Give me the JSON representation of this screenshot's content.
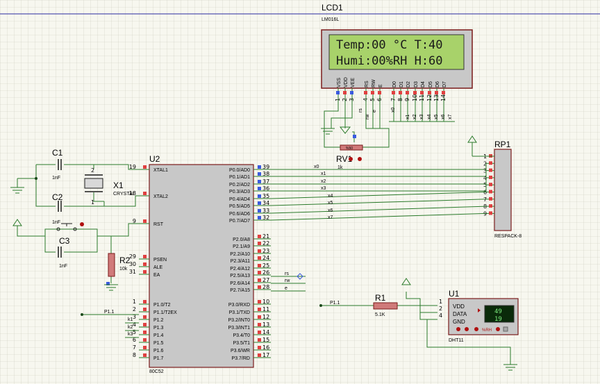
{
  "lcd": {
    "ref": "LCD1",
    "model": "LM016L",
    "line1": "Temp:00 °C  T:40",
    "line2": "Humi:00%RH  H:60",
    "pin_names": [
      "VSS",
      "VDD",
      "VEE",
      "RS",
      "RW",
      "E",
      "D0",
      "D1",
      "D2",
      "D3",
      "D4",
      "D5",
      "D6",
      "D7"
    ],
    "pin_numbers": [
      "1",
      "2",
      "3",
      "4",
      "5",
      "6",
      "7",
      "8",
      "9",
      "10",
      "11",
      "12",
      "13",
      "14"
    ],
    "net_labels": [
      "rs",
      "rw",
      "e",
      "x0",
      "x1",
      "x2",
      "x3",
      "x4",
      "x5",
      "x6",
      "x7"
    ]
  },
  "rv1": {
    "ref": "RV1",
    "value": "1k",
    "percent": "%50"
  },
  "rp1": {
    "ref": "RP1",
    "model": "RESPACK-8",
    "pins": [
      "1",
      "2",
      "3",
      "4",
      "5",
      "6",
      "7",
      "8",
      "9"
    ]
  },
  "mcu": {
    "ref": "U2",
    "model": "80C52",
    "left_pins": [
      {
        "num": "19",
        "name": "XTAL1"
      },
      {
        "num": "18",
        "name": "XTAL2"
      },
      {
        "num": "9",
        "name": "RST"
      },
      {
        "num": "29",
        "name": "PSEN"
      },
      {
        "num": "30",
        "name": "ALE"
      },
      {
        "num": "31",
        "name": "EA"
      },
      {
        "num": "1",
        "name": "P1.0/T2"
      },
      {
        "num": "2",
        "name": "P1.1/T2EX"
      },
      {
        "num": "3",
        "name": "P1.2"
      },
      {
        "num": "4",
        "name": "P1.3"
      },
      {
        "num": "5",
        "name": "P1.4"
      },
      {
        "num": "6",
        "name": "P1.5"
      },
      {
        "num": "7",
        "name": "P1.6"
      },
      {
        "num": "8",
        "name": "P1.7"
      }
    ],
    "right_pins": [
      {
        "num": "39",
        "name": "P0.0/AD0"
      },
      {
        "num": "38",
        "name": "P0.1/AD1"
      },
      {
        "num": "37",
        "name": "P0.2/AD2"
      },
      {
        "num": "36",
        "name": "P0.3/AD3"
      },
      {
        "num": "35",
        "name": "P0.4/AD4"
      },
      {
        "num": "34",
        "name": "P0.5/AD5"
      },
      {
        "num": "33",
        "name": "P0.6/AD6"
      },
      {
        "num": "32",
        "name": "P0.7/AD7"
      },
      {
        "num": "21",
        "name": "P2.0/A8"
      },
      {
        "num": "22",
        "name": "P2.1/A9"
      },
      {
        "num": "23",
        "name": "P2.2/A10"
      },
      {
        "num": "24",
        "name": "P2.3/A11"
      },
      {
        "num": "25",
        "name": "P2.4/A12"
      },
      {
        "num": "26",
        "name": "P2.5/A13"
      },
      {
        "num": "27",
        "name": "P2.6/A14"
      },
      {
        "num": "28",
        "name": "P2.7/A15"
      },
      {
        "num": "10",
        "name": "P3.0/RXD"
      },
      {
        "num": "11",
        "name": "P3.1/TXD"
      },
      {
        "num": "12",
        "name": "P3.2/INT0"
      },
      {
        "num": "13",
        "name": "P3.3/INT1"
      },
      {
        "num": "14",
        "name": "P3.4/T0"
      },
      {
        "num": "15",
        "name": "P3.5/T1"
      },
      {
        "num": "16",
        "name": "P3.6/WR"
      },
      {
        "num": "17",
        "name": "P3.7/RD"
      }
    ],
    "bus_labels": [
      "x0",
      "x1",
      "x2",
      "x3",
      "x4",
      "x5",
      "x6",
      "x7"
    ],
    "p2_labels": [
      "rs",
      "rw",
      "e"
    ],
    "p1_labels": [
      "P1.1",
      "k1",
      "k2",
      "k3"
    ]
  },
  "c1": {
    "ref": "C1",
    "value": "1nF"
  },
  "c2": {
    "ref": "C2",
    "value": "1nF"
  },
  "c3": {
    "ref": "C3",
    "value": "1nF"
  },
  "x1": {
    "ref": "X1",
    "model": "CRYSTAL",
    "pins": [
      "1",
      "2"
    ]
  },
  "r2": {
    "ref": "R2",
    "value": "10k"
  },
  "r1": {
    "ref": "R1",
    "value": "5.1K",
    "net": "P1.1"
  },
  "u1": {
    "ref": "U1",
    "model": "DHT11",
    "pins": [
      {
        "num": "1",
        "name": "VDD"
      },
      {
        "num": "2",
        "name": "DATA"
      },
      {
        "num": "4",
        "name": "GND"
      }
    ],
    "temp_display": "49",
    "humi_display": "19",
    "rh_label": "%RH"
  }
}
